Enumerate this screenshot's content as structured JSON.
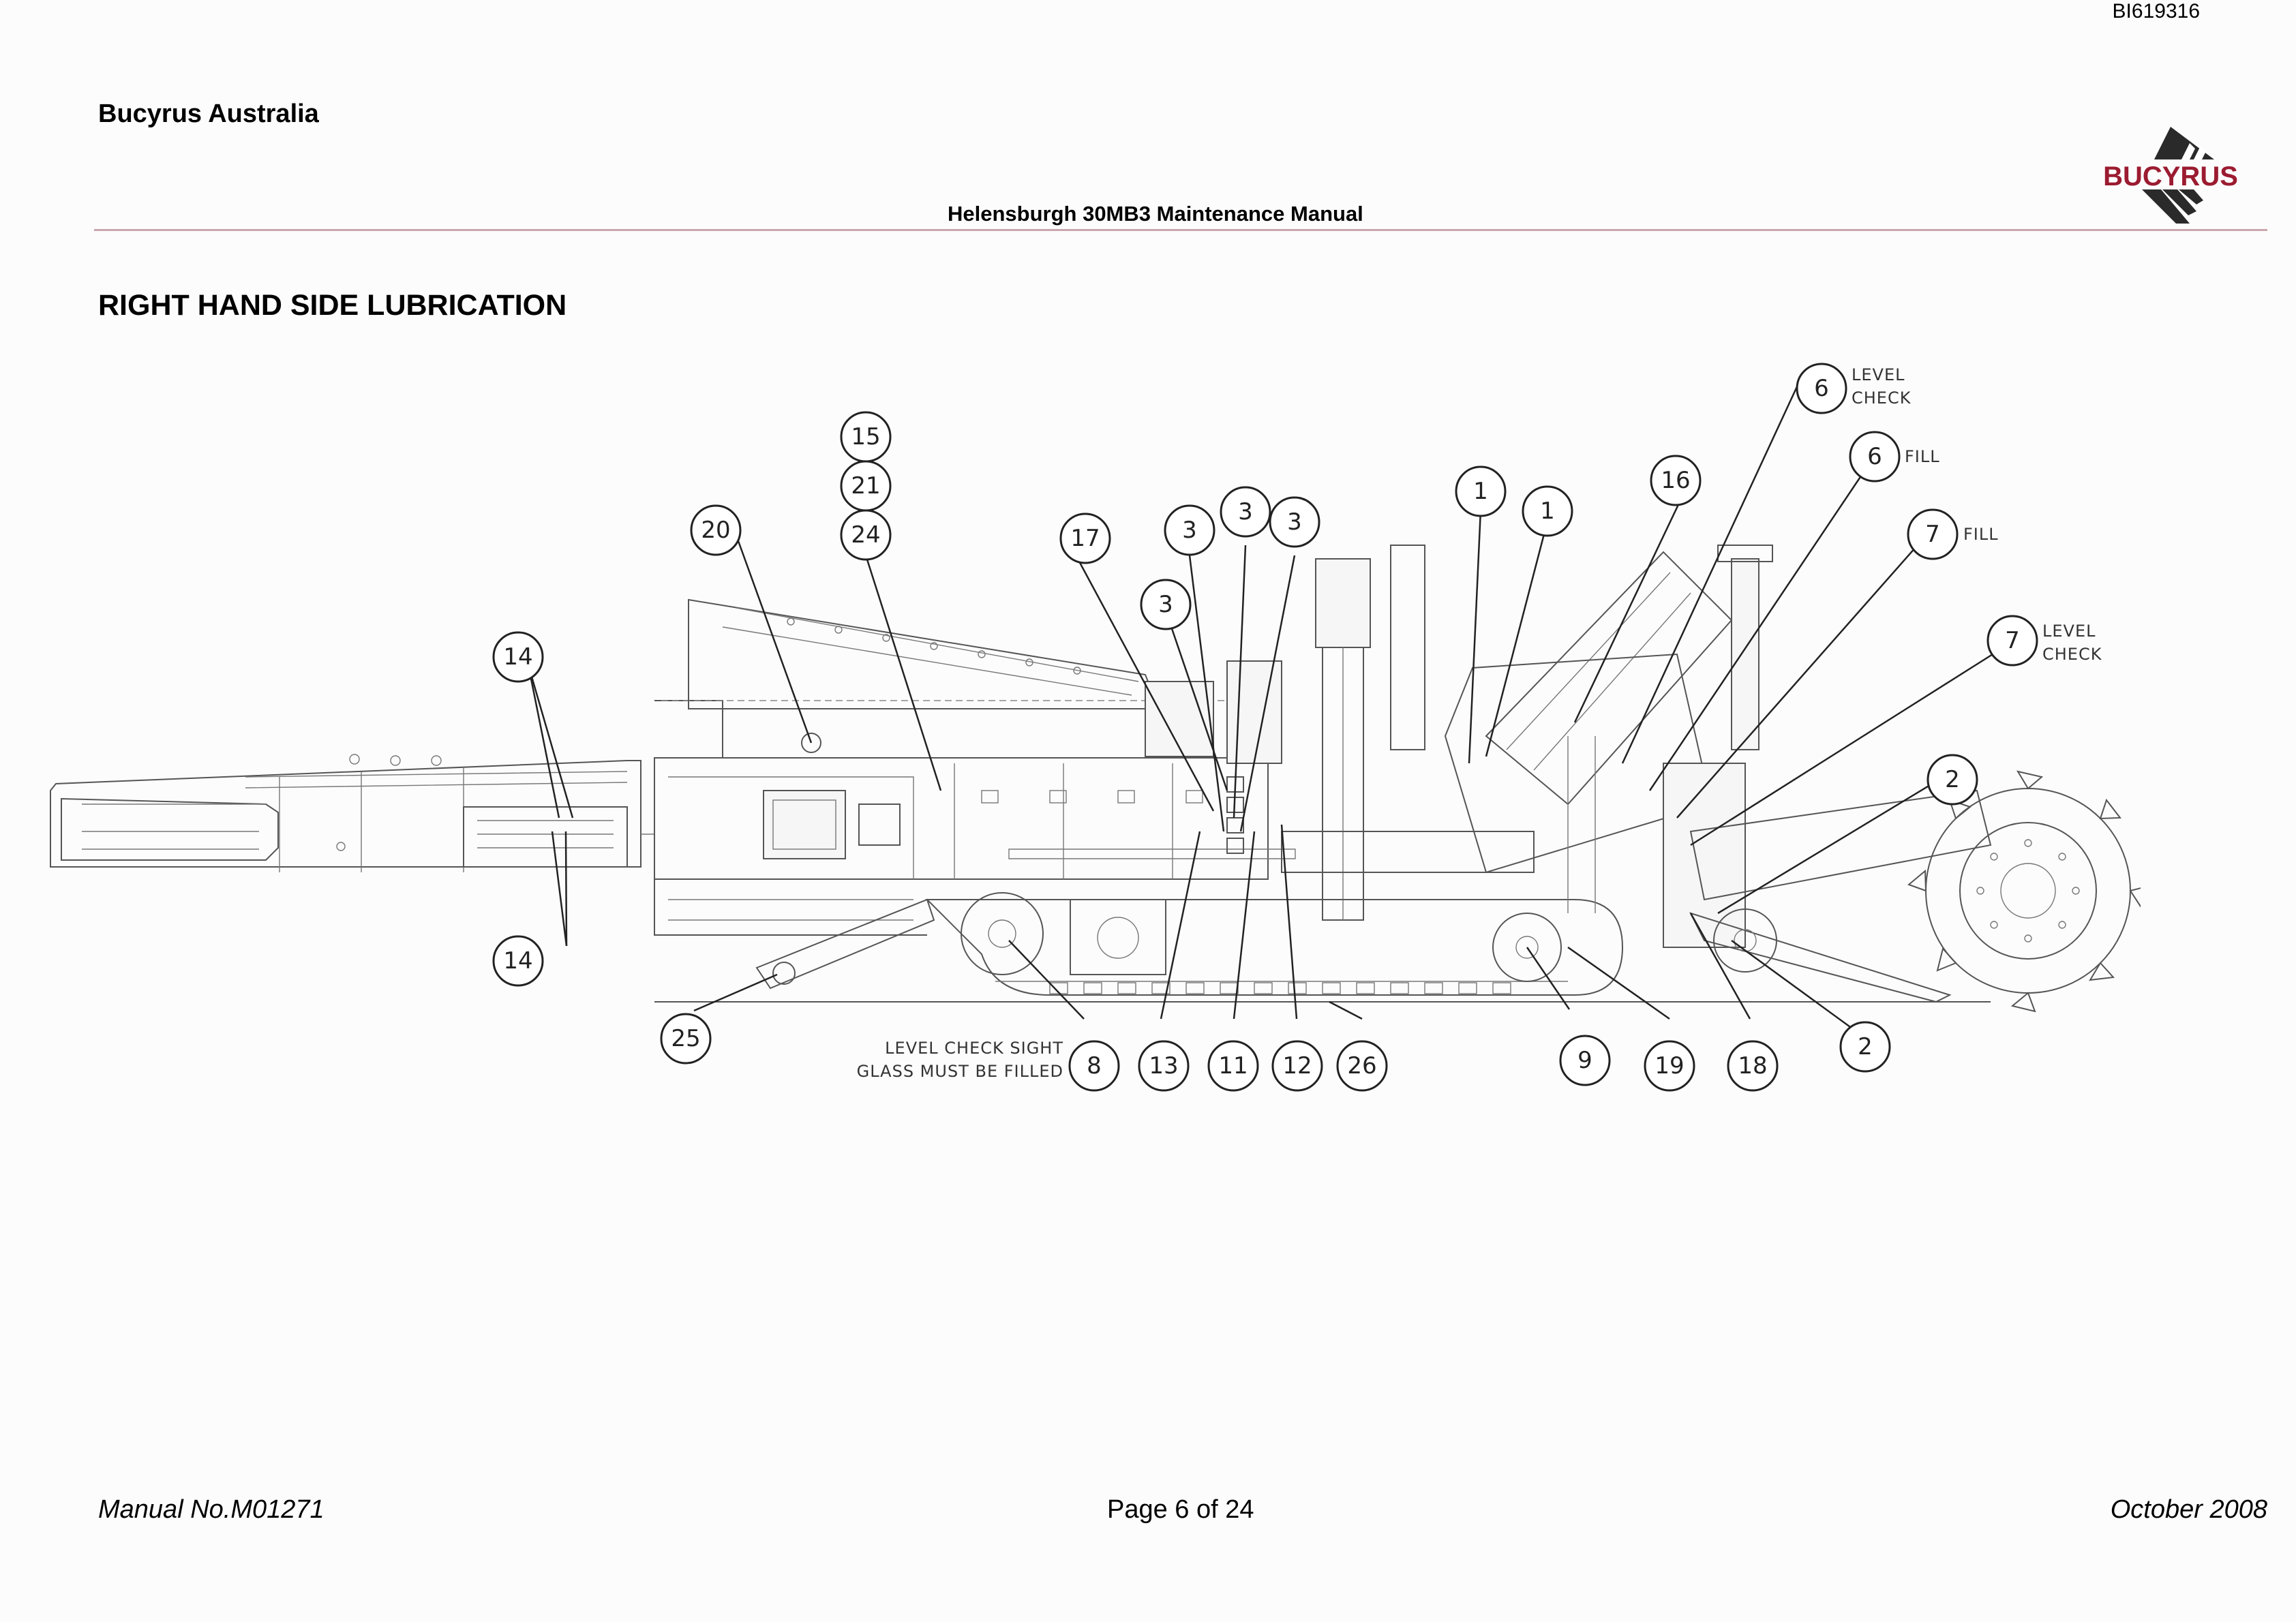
{
  "header": {
    "doc_id": "BI619316",
    "company": "Bucyrus Australia",
    "manual_title": "Helensburgh 30MB3 Maintenance Manual",
    "logo_text": "BUCYRUS"
  },
  "section_heading": "RIGHT HAND SIDE LUBRICATION",
  "diagram": {
    "callouts": [
      "15",
      "21",
      "24",
      "20",
      "14",
      "14",
      "17",
      "3",
      "3",
      "3",
      "3",
      "1",
      "1",
      "16",
      "6",
      "6",
      "7",
      "7",
      "2",
      "2",
      "25",
      "8",
      "13",
      "11",
      "12",
      "26",
      "9",
      "19",
      "18"
    ],
    "notes": {
      "level_check_6_l1": "LEVEL",
      "level_check_6_l2": "CHECK",
      "fill_6": "FILL",
      "fill_7": "FILL",
      "level_check_7_l1": "LEVEL",
      "level_check_7_l2": "CHECK",
      "sight_glass_l1": "LEVEL CHECK SIGHT",
      "sight_glass_l2": "GLASS MUST BE FILLED"
    }
  },
  "footer": {
    "manual_no": "Manual No.M01271",
    "page": "Page 6 of 24",
    "date": "October 2008"
  },
  "colors": {
    "rule": "#c9a6ab",
    "logo_red": "#9b1b30",
    "logo_dark": "#2a2a2a"
  }
}
